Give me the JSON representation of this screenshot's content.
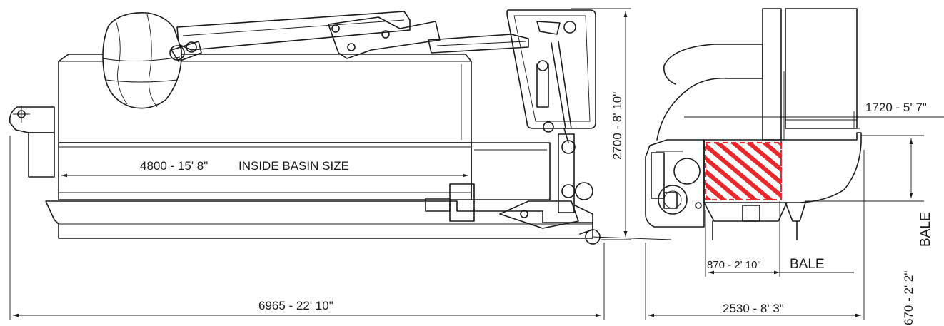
{
  "dimensions": {
    "basin_length": "4800 - 15' 8\"",
    "basin_label": "INSIDE BASIN SIZE",
    "overall_length": "6965 - 22' 10\"",
    "overall_height": "2700 - 8' 10\"",
    "overall_width": "2530 - 8' 3\"",
    "arm_reach": "1720 - 5' 7\"",
    "bale_width": "870 - 2' 10\"",
    "bale_label": "BALE",
    "bale_height": "670 - 2' 2\"",
    "bale_height_label": "BALE"
  },
  "colors": {
    "line": "#1a1a1a",
    "bale_hatch": "#e8282b"
  }
}
